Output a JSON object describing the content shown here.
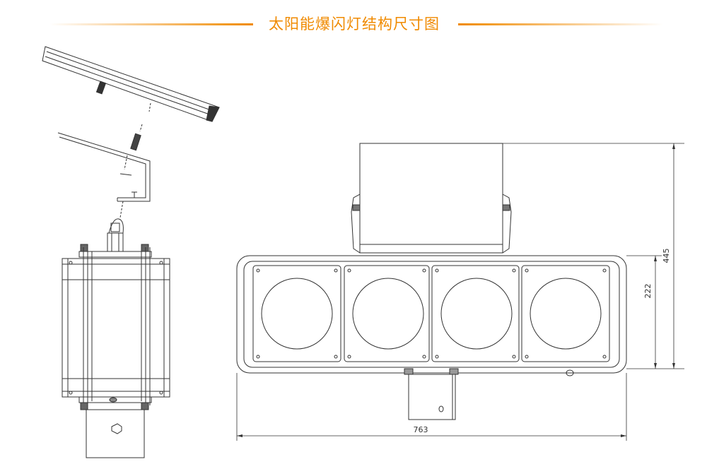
{
  "title": "太阳能爆闪灯结构尺寸图",
  "dimensions": {
    "width": "763",
    "panel_height": "222",
    "total_height": "445"
  },
  "colors": {
    "accent": "#f08a00",
    "line": "#333333"
  }
}
